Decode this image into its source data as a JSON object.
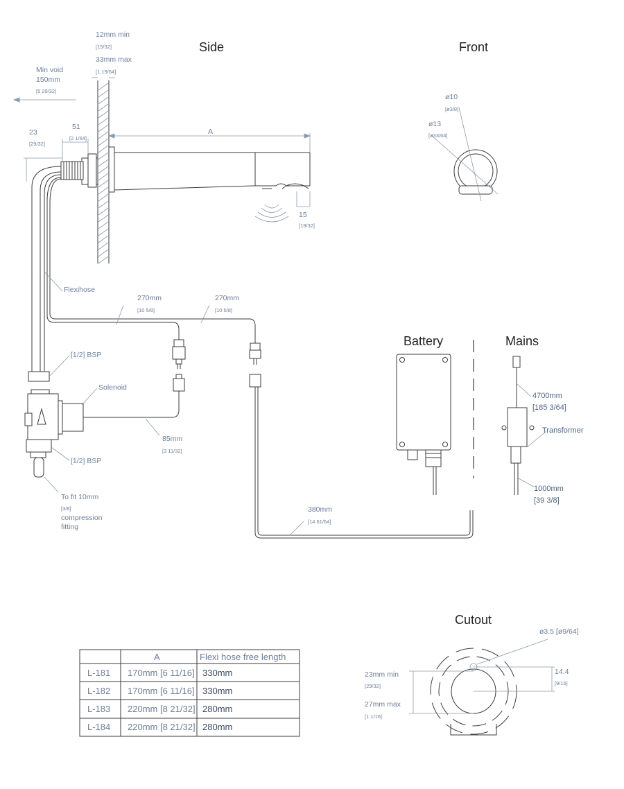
{
  "views": {
    "side": "Side",
    "front": "Front",
    "battery": "Battery",
    "mains": "Mains",
    "cutout": "Cutout"
  },
  "side_labels": {
    "min_wall": "12mm min",
    "min_wall_in": "[15/32]",
    "max_wall": "33mm max",
    "max_wall_in": "[1 19/64]",
    "min_void": "Min void",
    "void_mm": "150mm",
    "void_in": "[5 29/32]",
    "dim_23": "23",
    "dim_23_in": "[29/32]",
    "dim_51": "51",
    "dim_51_in": "[2 1/64]",
    "dim_A": "A",
    "dim_15": "15",
    "dim_15_in": "[19/32]",
    "flexihose": "Flexihose",
    "len1_mm": "270mm",
    "len1_in": "[10 5/8]",
    "len2_mm": "270mm",
    "len2_in": "[10 5/8]",
    "bsp_top": "[1/2] BSP",
    "solenoid": "Solenoid",
    "len3_mm": "85mm",
    "len3_in": "[3 11/32]",
    "bsp_bottom": "[1/2] BSP",
    "fit1": "To fit 10mm",
    "fit2": "[3/8]",
    "fit3": "compression",
    "fit4": "fitting",
    "len4_mm": "380mm",
    "len4_in": "[14 61/64]"
  },
  "front_labels": {
    "d10": "ø10",
    "d10_in": "[ø3/8]",
    "d13": "ø13",
    "d13_in": "[ø33/64]"
  },
  "mains_labels": {
    "l1_mm": "4700mm",
    "l1_in": "[185 3/64]",
    "transformer": "Transformer",
    "l2_mm": "1000mm",
    "l2_in": "[39 3/8]"
  },
  "cutout_labels": {
    "hole": "ø3.5 [ø9/64]",
    "min": "23mm min",
    "min_in": "[29/32]",
    "max": "27mm max",
    "max_in": "[1 1/16]",
    "d144": "14.4",
    "d144_in": "[9/16]"
  },
  "table": {
    "headers": [
      "",
      "A",
      "Flexi hose free length"
    ],
    "rows": [
      [
        "L-181",
        "170mm [6 11/16]",
        "330mm"
      ],
      [
        "L-182",
        "170mm [6 11/16]",
        "330mm"
      ],
      [
        "L-183",
        "220mm [8 21/32]",
        "280mm"
      ],
      [
        "L-184",
        "220mm [8 21/32]",
        "280mm"
      ]
    ]
  }
}
